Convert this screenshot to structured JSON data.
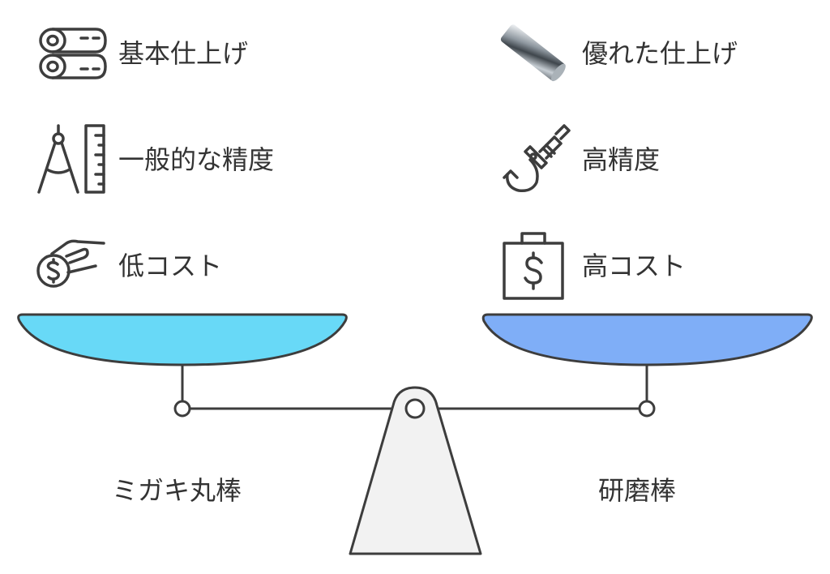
{
  "left": {
    "name": "ミガキ丸棒",
    "color": "#68D9F7",
    "features": [
      {
        "label": "基本仕上げ",
        "icon": "logs-icon"
      },
      {
        "label": "一般的な精度",
        "icon": "compass-ruler-icon"
      },
      {
        "label": "低コスト",
        "icon": "hand-coin-icon"
      }
    ]
  },
  "right": {
    "name": "研磨棒",
    "color": "#7FAEF7",
    "features": [
      {
        "label": "優れた仕上げ",
        "icon": "steel-rod-icon"
      },
      {
        "label": "高精度",
        "icon": "micrometer-icon"
      },
      {
        "label": "高コスト",
        "icon": "money-bag-icon"
      }
    ]
  },
  "fulcrum_color": "#F2F2F2",
  "stroke_color": "#3D3D3D"
}
